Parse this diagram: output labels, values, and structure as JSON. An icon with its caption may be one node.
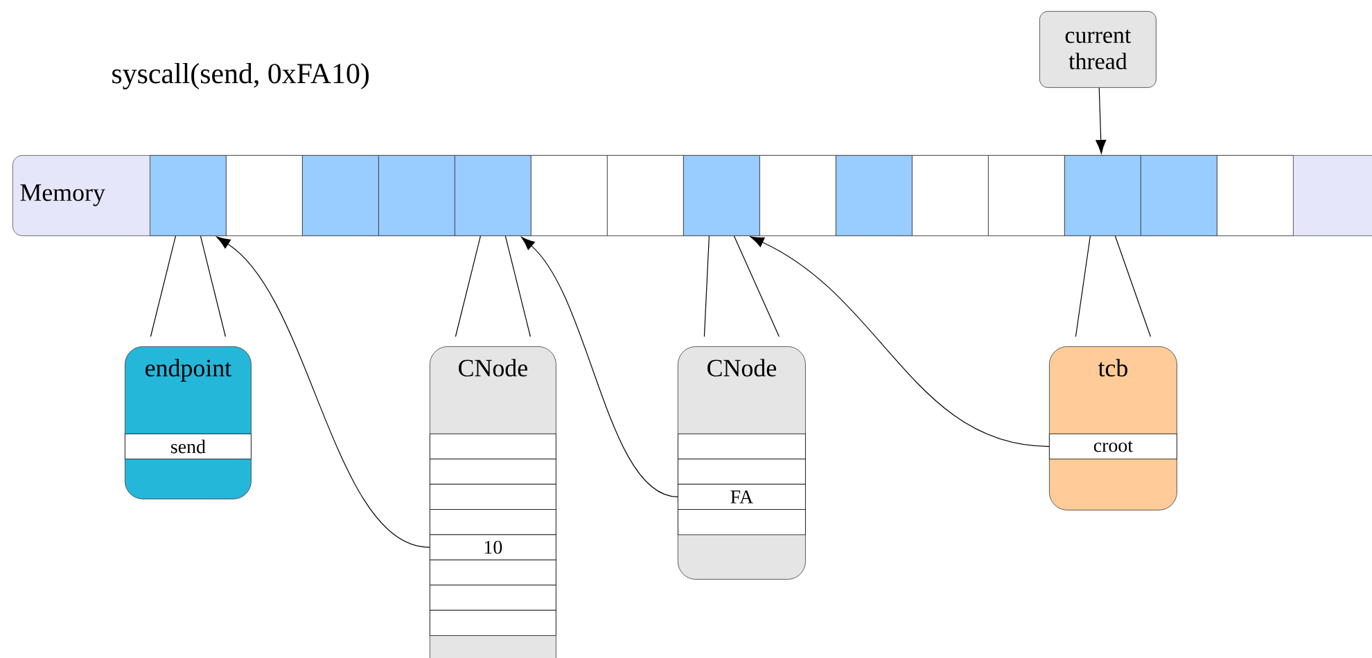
{
  "diagram": {
    "nodes": [
      {
        "text": [
          "Memory"
        ]
      },
      {
        "text": [],
        "shape": "box",
        "in": 0
      },
      {
        "text": [],
        "shape": "box",
        "in": 0
      },
      {
        "text": [],
        "shape": "box",
        "in": 0
      },
      {
        "text": [],
        "shape": "box",
        "in": 0
      },
      {
        "text": [],
        "shape": "box",
        "in": 0
      },
      {
        "text": [],
        "shape": "box",
        "in": 0
      },
      {
        "text": [],
        "shape": "box",
        "in": 0
      },
      {
        "text": [],
        "shape": "box",
        "in": 0
      },
      {
        "text": [],
        "shape": "box",
        "in": 0
      },
      {
        "text": [],
        "shape": "box",
        "in": 0
      },
      {
        "text": [],
        "shape": "box",
        "in": 0
      },
      {
        "text": [],
        "shape": "box",
        "in": 0
      },
      {
        "text": [],
        "shape": "box",
        "in": 0
      },
      {
        "text": [],
        "shape": "box",
        "in": 0
      },
      {
        "text": [],
        "shape": "box",
        "in": 0
      },
      {
        "text": [
          "current thread"
        ]
      },
      {
        "text": [
          "endpoint"
        ]
      },
      {
        "text": [
          "send"
        ],
        "in": 17
      },
      {
        "text": [
          "CNode"
        ]
      },
      {
        "text": [],
        "shape": "box",
        "in": 19
      },
      {
        "text": [],
        "shape": "box",
        "in": 19
      },
      {
        "text": [],
        "shape": "box",
        "in": 19
      },
      {
        "text": [],
        "shape": "box",
        "in": 19
      },
      {
        "text": [
          "10"
        ],
        "in": 19
      },
      {
        "text": [],
        "shape": "box",
        "in": 19
      },
      {
        "text": [],
        "shape": "box",
        "in": 19
      },
      {
        "text": [],
        "shape": "box",
        "in": 19
      },
      {
        "text": [
          "CNode"
        ]
      },
      {
        "text": [],
        "shape": "box",
        "in": 28
      },
      {
        "text": [],
        "shape": "box",
        "in": 28
      },
      {
        "text": [
          "FA"
        ],
        "in": 28
      },
      {
        "text": [],
        "shape": "box",
        "in": 28
      },
      {
        "text": [
          "tcb"
        ]
      },
      {
        "text": [
          "croot"
        ],
        "in": 33
      }
    ],
    "edges": [
      {
        "from": 16,
        "to": 13,
        "arrow": "to"
      },
      {
        "from": 1,
        "to": 17,
        "arrow": "none"
      },
      {
        "from": 1,
        "to": 17,
        "arrow": "none"
      },
      {
        "from": 5,
        "to": 19,
        "arrow": "none"
      },
      {
        "from": 5,
        "to": 19,
        "arrow": "none"
      },
      {
        "from": 8,
        "to": 28,
        "arrow": "none"
      },
      {
        "from": 8,
        "to": 28,
        "arrow": "none"
      },
      {
        "from": 13,
        "to": 33,
        "arrow": "none"
      },
      {
        "from": 13,
        "to": 33,
        "arrow": "none"
      },
      {
        "from": 24,
        "to": 1,
        "arrow": "to"
      },
      {
        "from": 31,
        "to": 5,
        "arrow": "to"
      },
      {
        "from": 34,
        "to": 8,
        "arrow": "to"
      }
    ],
    "labels": [
      "syscall(send, 0xFA10)"
    ]
  }
}
